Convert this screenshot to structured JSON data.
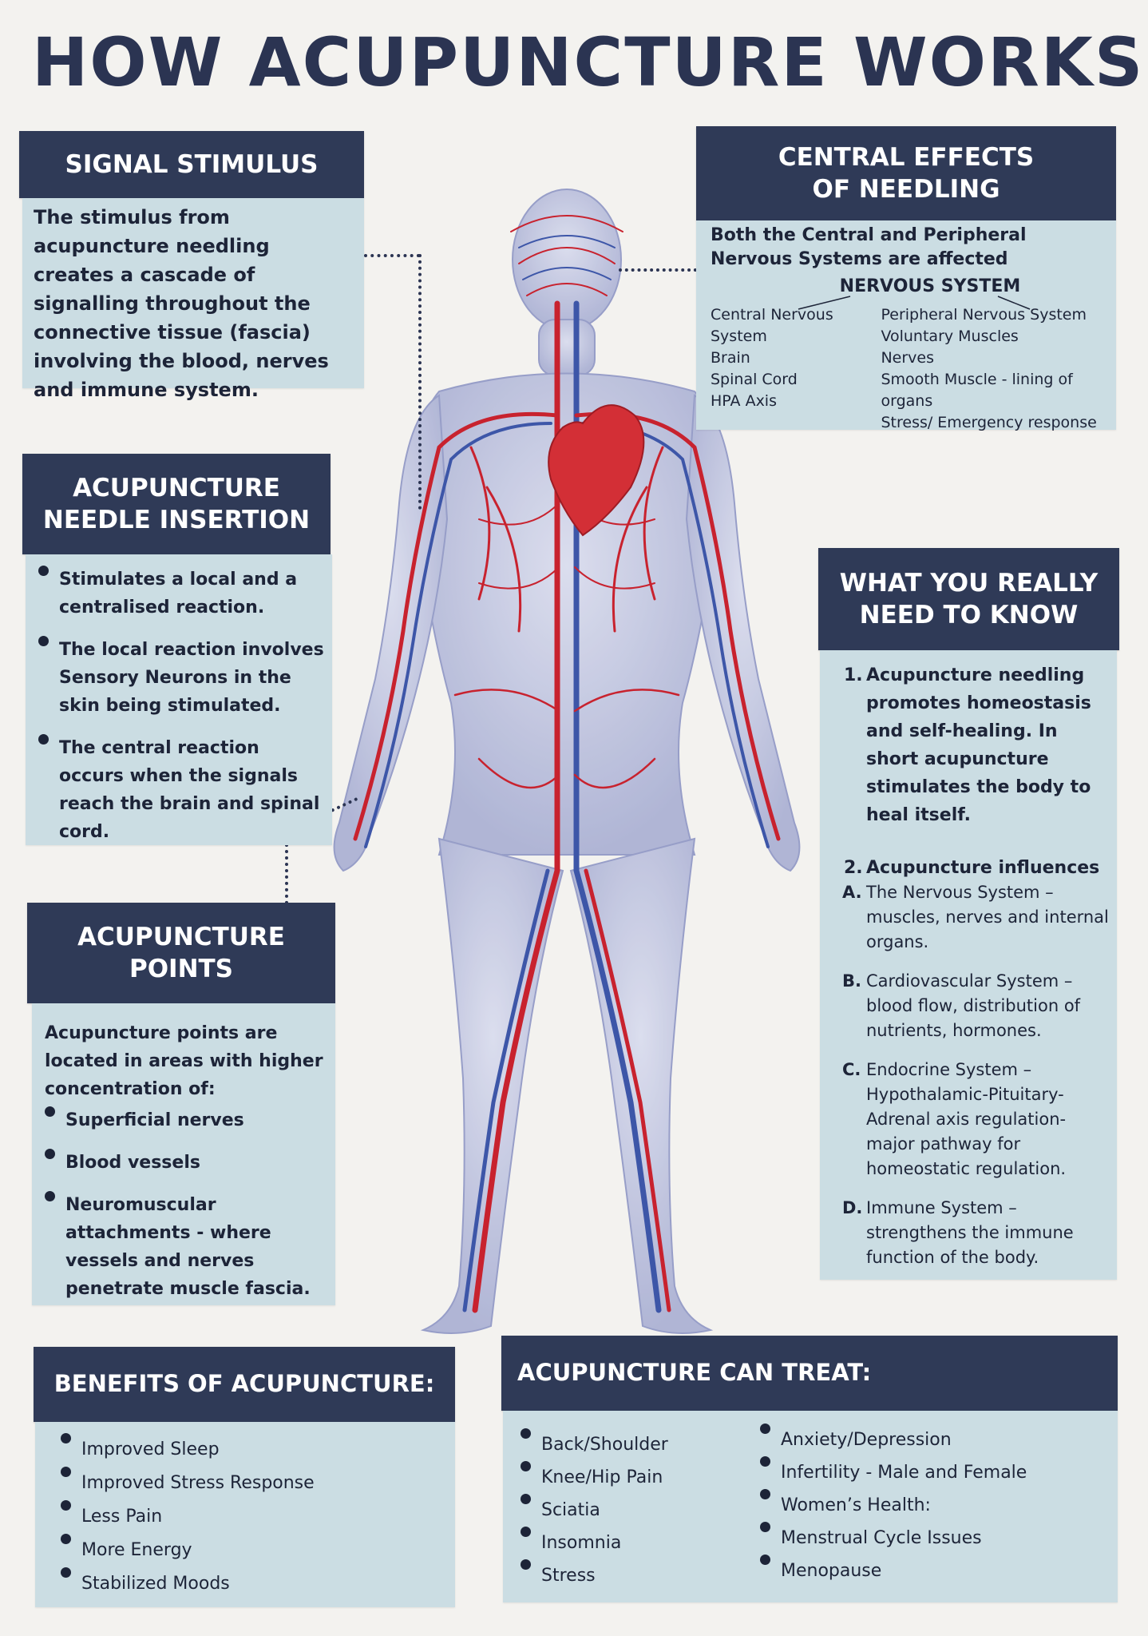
{
  "title": "HOW ACUPUNCTURE WORKS",
  "signal": {
    "heading": "SIGNAL STIMULUS",
    "body": "The stimulus from acupuncture needling creates a cascade of signalling throughout the connective tissue (fascia) involving the blood, nerves and immune system."
  },
  "central": {
    "heading_line1": "CENTRAL EFFECTS",
    "heading_line2": "OF NEEDLING",
    "intro": "Both the Central and Peripheral Nervous Systems are affected",
    "ns_label": "NERVOUS SYSTEM",
    "left_col": [
      "Central Nervous System",
      "Brain",
      "Spinal Cord",
      "HPA Axis"
    ],
    "right_col": [
      "Peripheral Nervous System",
      "Voluntary Muscles",
      "Nerves",
      "Smooth Muscle - lining of organs",
      "Stress/ Emergency response"
    ]
  },
  "needle": {
    "heading_line1": "ACUPUNCTURE",
    "heading_line2": "NEEDLE INSERTION",
    "items": [
      "Stimulates a local and a centralised reaction.",
      "The local reaction involves Sensory Neurons in the skin being stimulated.",
      "The central reaction occurs when the signals reach the brain and spinal cord."
    ]
  },
  "know": {
    "heading_line1": "WHAT YOU REALLY",
    "heading_line2": "NEED TO KNOW",
    "p1_num": "1.",
    "p1": "Acupuncture needling promotes homeostasis and self-healing. In short acupuncture stimulates the body to heal itself.",
    "p2_num": "2.",
    "p2": "Acupuncture influences",
    "subs": [
      {
        "letter": "A.",
        "text": "The Nervous System – muscles, nerves and internal organs."
      },
      {
        "letter": "B.",
        "text": "Cardiovascular System – blood flow, distribution of nutrients, hormones."
      },
      {
        "letter": "C.",
        "text": "Endocrine System – Hypothalamic-Pituitary-Adrenal axis regulation- major pathway for homeostatic regulation."
      },
      {
        "letter": "D.",
        "text": "Immune System – strengthens the immune function of the body."
      }
    ]
  },
  "points": {
    "heading_line1": "ACUPUNCTURE",
    "heading_line2": "POINTS",
    "intro": "Acupuncture points are located in areas with higher concentration of:",
    "items": [
      "Superficial nerves",
      "Blood vessels",
      "Neuromuscular attachments - where vessels and nerves penetrate muscle fascia."
    ]
  },
  "benefits": {
    "heading": "BENEFITS OF ACUPUNCTURE:",
    "items": [
      "Improved Sleep",
      "Improved Stress Response",
      "Less Pain",
      "More Energy",
      "Stabilized Moods"
    ]
  },
  "treat": {
    "heading": "ACUPUNCTURE CAN TREAT:",
    "col1": [
      "Back/Shoulder",
      "Knee/Hip Pain",
      "Sciatia",
      "Insomnia",
      "Stress"
    ],
    "col2": [
      "Anxiety/Depression",
      "Infertility - Male and Female",
      "Women’s Health:",
      "Menstrual Cycle Issues",
      "Menopause"
    ]
  },
  "colors": {
    "header_bg": "#2f3a57",
    "box_bg": "#cbdde3",
    "artery": "#c8222e",
    "vein": "#3d56a8",
    "body": "#b9bedc"
  },
  "figure_icon": "human-circulatory-system-figure"
}
